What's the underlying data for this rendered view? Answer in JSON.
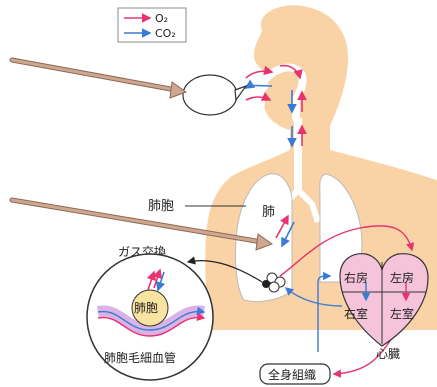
{
  "legend": {
    "o2": "O₂",
    "co2": "CO₂"
  },
  "labels": {
    "alveolus_pointer": "肺胞",
    "lung": "肺",
    "gas_exchange": "ガス交換",
    "alveolus_inset": "肺胞",
    "alveolar_capillary": "肺胞毛細血管",
    "right_atrium": "右房",
    "left_atrium": "左房",
    "right_ventricle": "右室",
    "left_ventricle": "左室",
    "heart": "心臓",
    "whole_body_tissue": "全身組織"
  },
  "colors": {
    "o2_arrow": "#e8336e",
    "co2_arrow": "#3a7bd5",
    "body_skin": "#f9d2a6",
    "heart_fill": "#f5c4da",
    "inset_capillary": "#d9b3e6",
    "pointer_arrow": "#cfa68e"
  },
  "icons": [
    "speech-bubble",
    "pointer-arrow"
  ]
}
